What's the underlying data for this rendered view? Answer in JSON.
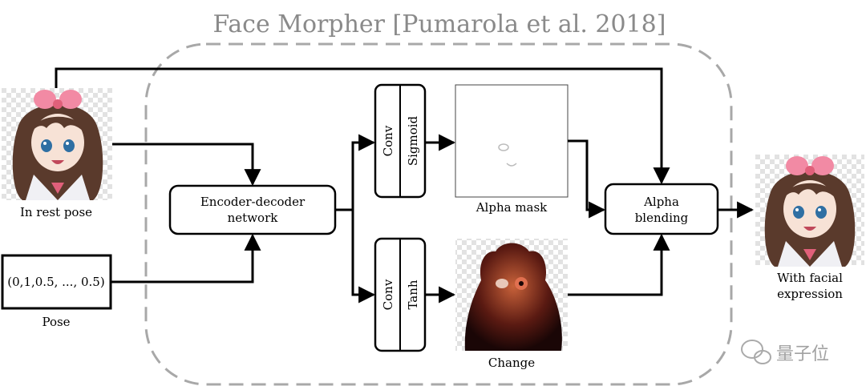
{
  "title": "Face Morpher [Pumarola et al. 2018]",
  "inputs": {
    "rest_pose_label": "In rest pose",
    "pose_vector": "(0,1,0.5, ..., 0.5)",
    "pose_label": "Pose"
  },
  "network": {
    "line1": "Encoder-decoder",
    "line2": "network"
  },
  "conv_sigmoid": {
    "left": "Conv",
    "right": "Sigmoid"
  },
  "conv_tanh": {
    "left": "Conv",
    "right": "Tanh"
  },
  "alpha_mask_label": "Alpha mask",
  "change_label": "Change",
  "blending": {
    "line1": "Alpha",
    "line2": "blending"
  },
  "output_label_line1": "With facial",
  "output_label_line2": "expression",
  "watermark": "量子位",
  "colors": {
    "title": "#8a8a8a",
    "dashed_border": "#a8a8a8",
    "ribbon": "#f28aa4",
    "hair": "#5a3a2c",
    "skin": "#f7e2d6"
  }
}
